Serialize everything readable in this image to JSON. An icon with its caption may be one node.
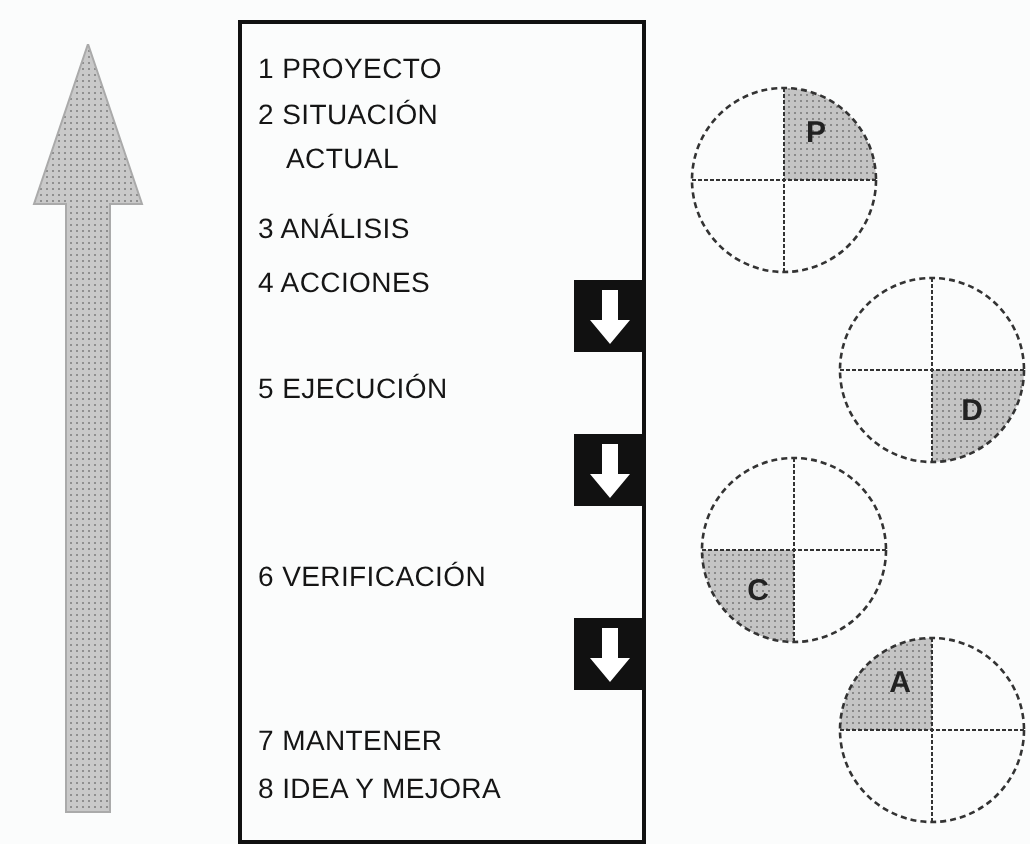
{
  "diagram": {
    "nodes": [
      {
        "text": [],
        "shape": "box"
      },
      {
        "text": [
          "1 PROYECTO"
        ],
        "in": 0
      },
      {
        "text": [
          "2 SITUACIÓN ACTUAL"
        ],
        "in": 0
      },
      {
        "text": [
          "3 ANÁLISIS"
        ],
        "in": 0
      },
      {
        "text": [
          "4 ACCIONES"
        ],
        "in": 0
      },
      {
        "text": [
          "5 EJECUCIÓN"
        ],
        "in": 0
      },
      {
        "text": [
          "6 VERIFICACIÓN"
        ],
        "in": 0
      },
      {
        "text": [
          "7 MANTENER"
        ],
        "in": 0
      },
      {
        "text": [
          "8 IDEA Y MEJORA"
        ],
        "in": 0
      },
      {
        "text": [
          "P"
        ]
      },
      {
        "text": [
          "D"
        ]
      },
      {
        "text": [
          "C"
        ]
      },
      {
        "text": [
          "A"
        ]
      }
    ]
  }
}
